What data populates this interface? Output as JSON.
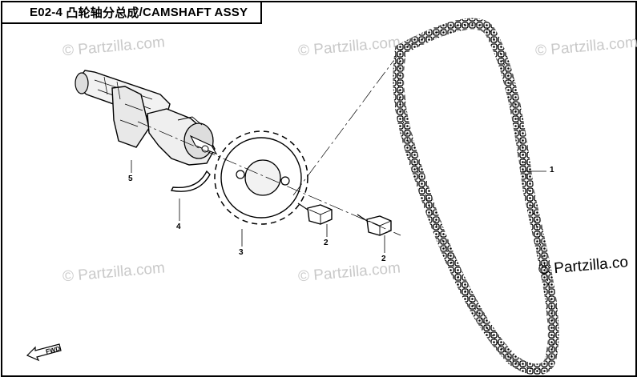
{
  "diagram": {
    "code": "E02-4",
    "title_cn": "凸轮轴分总成",
    "title_en": "/CAMSHAFT ASSY",
    "watermark_text": "© Partzilla.com",
    "watermark_overflow_text": "© Partzilla.co",
    "fwd_label": "FWD",
    "callouts": [
      {
        "id": "chain",
        "label": "1",
        "part": "cam-chain"
      },
      {
        "id": "bolt-a",
        "label": "2",
        "part": "bolt"
      },
      {
        "id": "bolt-b",
        "label": "2",
        "part": "bolt"
      },
      {
        "id": "sprocket",
        "label": "3",
        "part": "cam-sprocket"
      },
      {
        "id": "retainer",
        "label": "4",
        "part": "retainer-clip"
      },
      {
        "id": "camshaft",
        "label": "5",
        "part": "camshaft"
      }
    ]
  },
  "colors": {
    "ink": "#000000",
    "watermark": "#c9c9c9",
    "shade": "#9a9a9a"
  }
}
